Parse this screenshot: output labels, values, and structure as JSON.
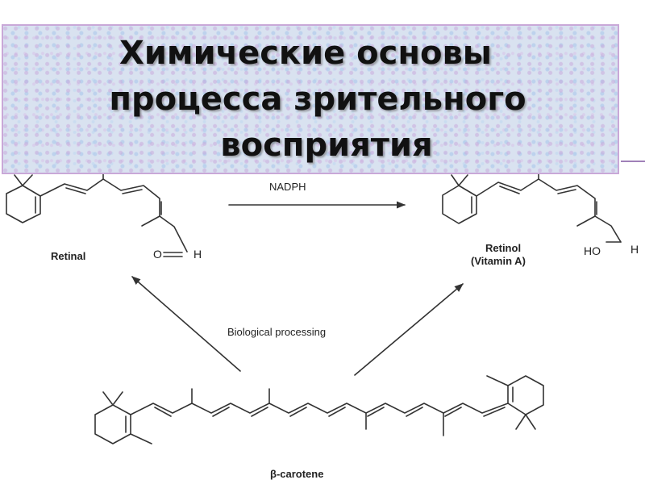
{
  "slide": {
    "title_lines": [
      "Химические основы",
      "процесса зрительного",
      "восприятия"
    ]
  },
  "diagram": {
    "molecules": {
      "retinal": {
        "name": "Retinal",
        "atom_o": "O",
        "atom_h": "H"
      },
      "retinol": {
        "name_line1": "Retinol",
        "name_line2": "(Vitamin A)",
        "atom_ho": "HO",
        "atom_h": "H"
      },
      "carotene": {
        "greek": "β",
        "name": "-carotene"
      }
    },
    "arrows": {
      "nadph": "NADPH",
      "biological": "Biological processing"
    }
  }
}
